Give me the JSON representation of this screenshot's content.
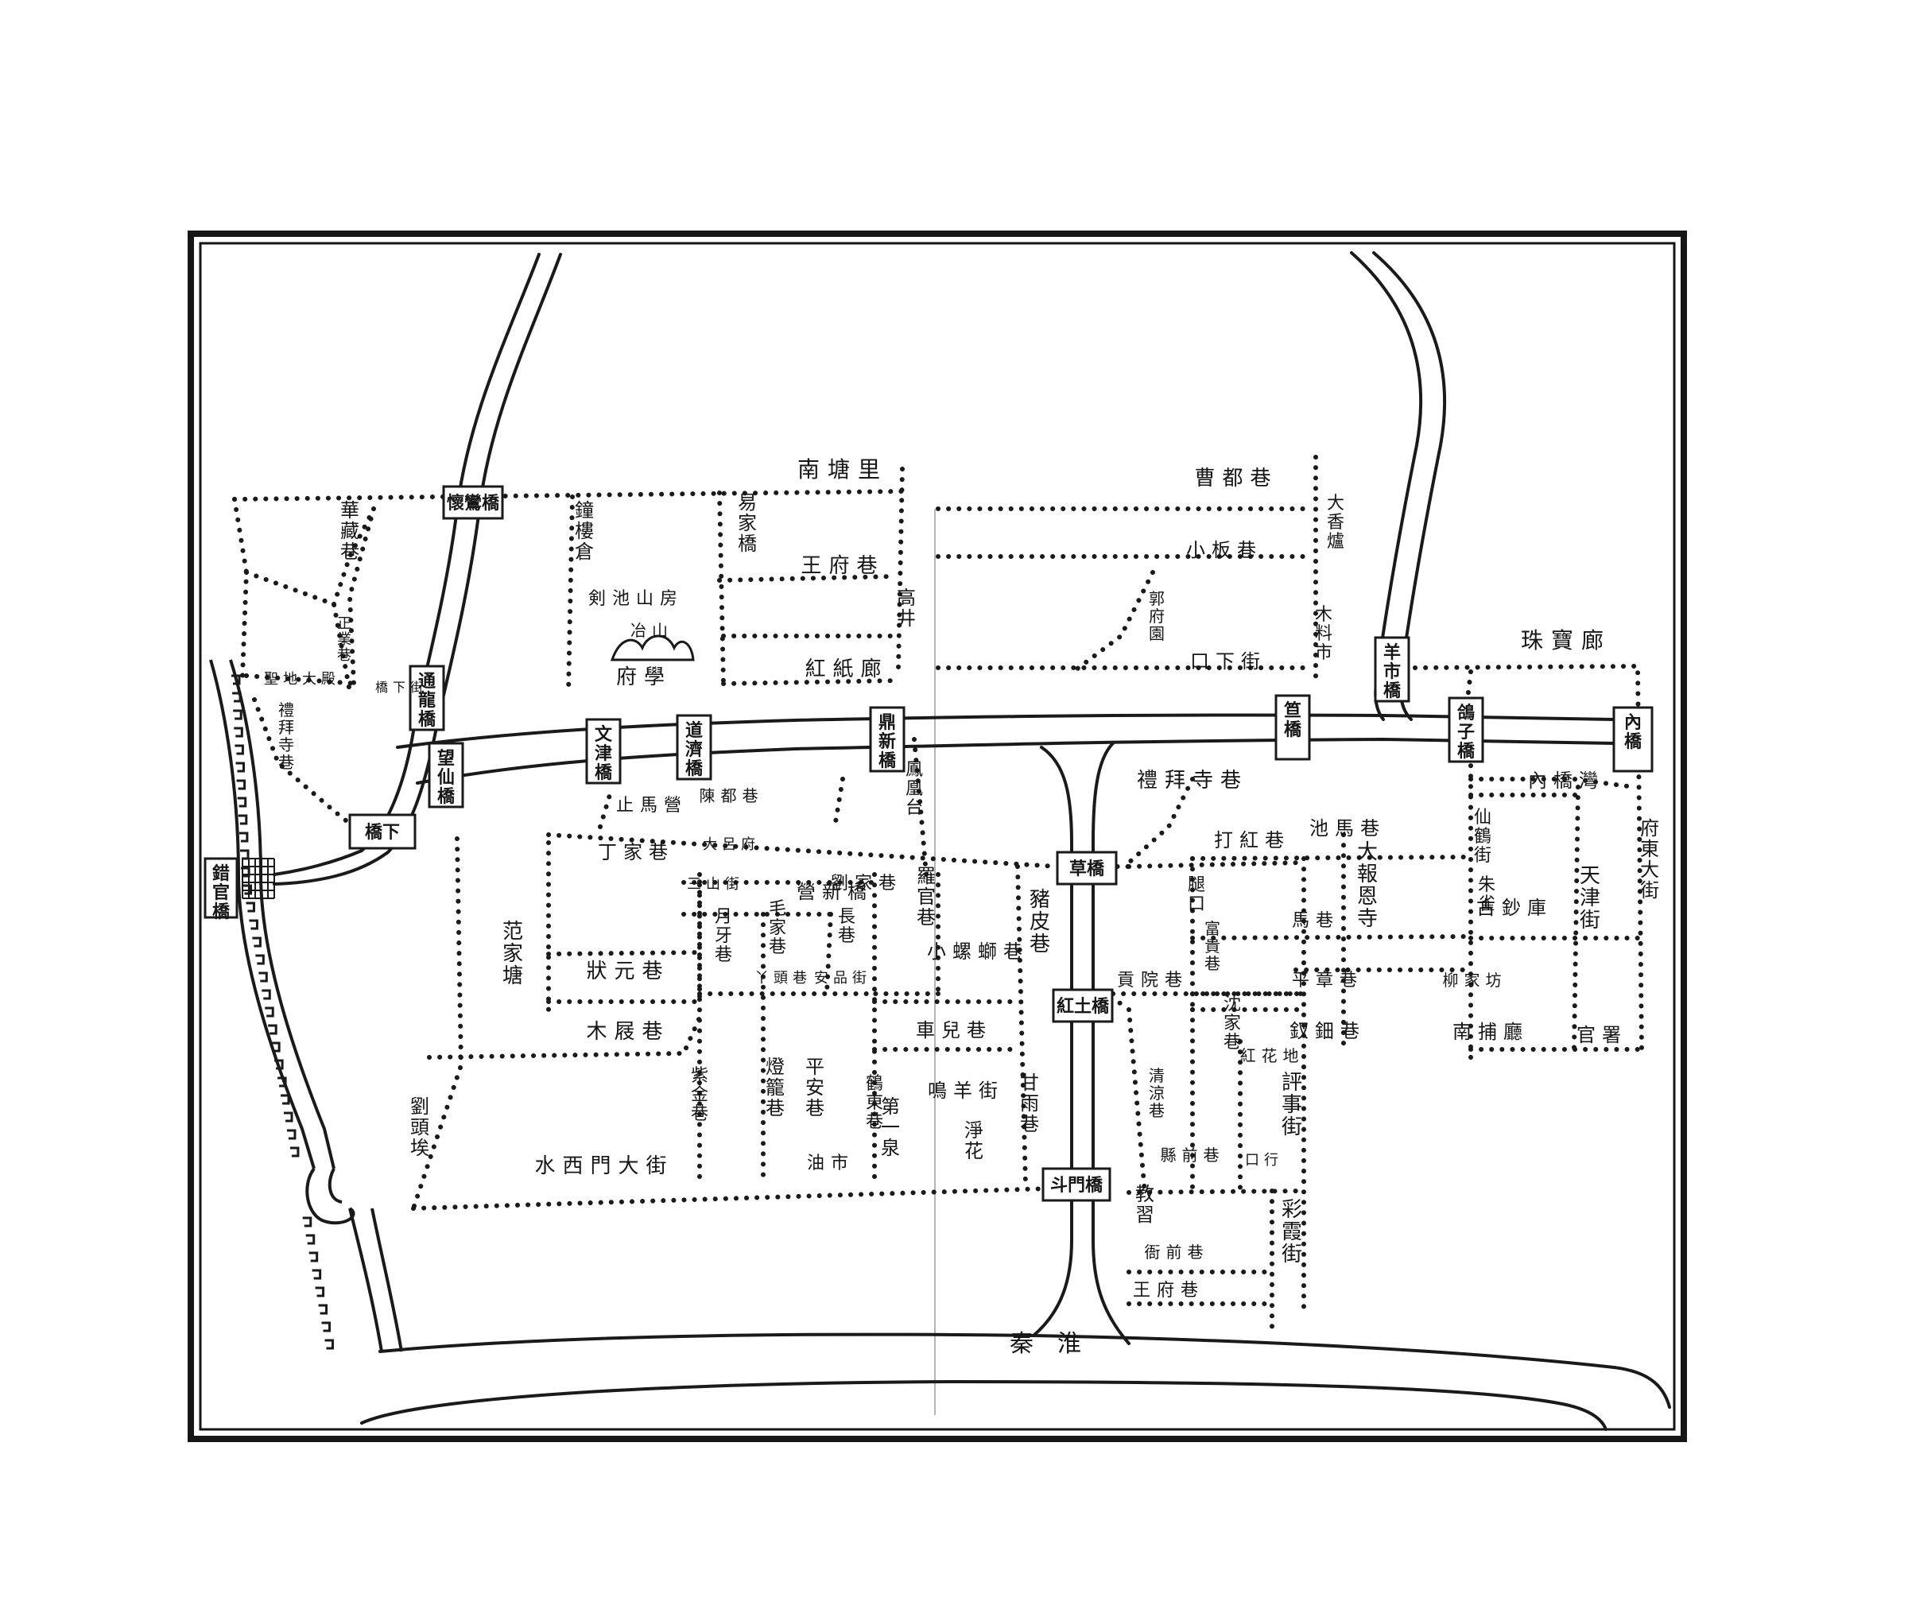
{
  "colors": {
    "ink": "#161616",
    "paper": "#ffffff"
  },
  "river": {
    "label": "秦淮"
  },
  "bridges": [
    {
      "id": "huanluan",
      "label": "懷鸞橋"
    },
    {
      "id": "tonglong",
      "label": "通龍橋"
    },
    {
      "id": "wanxian",
      "label": "望仙橋"
    },
    {
      "id": "wenjin",
      "label": "文津橋"
    },
    {
      "id": "daoji",
      "label": "道濟橋"
    },
    {
      "id": "yingxin",
      "label": "鼎新橋"
    },
    {
      "id": "shangfu",
      "label": "笪橋"
    },
    {
      "id": "jiashi",
      "label": "羊市橋"
    },
    {
      "id": "gezi",
      "label": "鴿子橋"
    },
    {
      "id": "neiqiao",
      "label": "內橋"
    },
    {
      "id": "caoqiao",
      "label": "草橋"
    },
    {
      "id": "hongtu",
      "label": "紅土橋"
    },
    {
      "id": "doumen",
      "label": "斗門橋"
    },
    {
      "id": "qiaoxia",
      "label": "橋下"
    },
    {
      "id": "xiguan",
      "label": "錯官橋"
    }
  ],
  "streets": [
    {
      "id": "nantangli",
      "label": "南塘里"
    },
    {
      "id": "huazang",
      "label": "華藏巷"
    },
    {
      "id": "zhongcang",
      "label": "鐘樓倉"
    },
    {
      "id": "yixie",
      "label": "易家橋"
    },
    {
      "id": "wangfu",
      "label": "王府巷"
    },
    {
      "id": "fanshan",
      "label": "剣池山房"
    },
    {
      "id": "yeshan",
      "label": "冶山"
    },
    {
      "id": "fuxue",
      "label": "府學"
    },
    {
      "id": "gaojing",
      "label": "高井"
    },
    {
      "id": "hongzhi",
      "label": "紅紙廊"
    },
    {
      "id": "zhengye",
      "label": "正業巷"
    },
    {
      "id": "shengdi",
      "label": "聖地大殿"
    },
    {
      "id": "libai",
      "label": "禮拜寺巷"
    },
    {
      "id": "qiaoxia_s",
      "label": "橋下街"
    },
    {
      "id": "liuyan",
      "label": "曹都巷"
    },
    {
      "id": "xiaoxiang",
      "label": "小板巷"
    },
    {
      "id": "daxiang",
      "label": "大香爐"
    },
    {
      "id": "muliao",
      "label": "木料市"
    },
    {
      "id": "guozi",
      "label": "郭府園"
    },
    {
      "id": "kouxia",
      "label": "口下街"
    },
    {
      "id": "zhubao",
      "label": "珠寶廊"
    },
    {
      "id": "zhima",
      "label": "止馬營"
    },
    {
      "id": "jiaofu",
      "label": "陳都巷"
    },
    {
      "id": "dingjia",
      "label": "丁家巷"
    },
    {
      "id": "lufu",
      "label": "大呂府"
    },
    {
      "id": "yixiang",
      "label": "三山街"
    },
    {
      "id": "diaoyu",
      "label": "劉家巷"
    },
    {
      "id": "xinying",
      "label": "營新橋"
    },
    {
      "id": "guisan",
      "label": "鳳凰台"
    },
    {
      "id": "jiashang",
      "label": "羅官巷"
    },
    {
      "id": "hupi",
      "label": "豬皮巷"
    },
    {
      "id": "yuanjia",
      "label": "范家塘"
    },
    {
      "id": "zhuangyuan",
      "label": "狀元巷"
    },
    {
      "id": "yueya",
      "label": "月牙巷"
    },
    {
      "id": "maojia",
      "label": "毛家巷"
    },
    {
      "id": "changxiang",
      "label": "長巷"
    },
    {
      "id": "xiaoluo",
      "label": "小螺螄巷"
    },
    {
      "id": "anpin",
      "label": "安品街"
    },
    {
      "id": "yaxiang",
      "label": "丫頭巷"
    },
    {
      "id": "mushui",
      "label": "木屐巷"
    },
    {
      "id": "cheerxiang",
      "label": "車兒巷"
    },
    {
      "id": "xiangshi",
      "label": "鳴羊街"
    },
    {
      "id": "jiangdeng",
      "label": "燈籠巷"
    },
    {
      "id": "pingan",
      "label": "平安巷"
    },
    {
      "id": "youshi",
      "label": "油市"
    },
    {
      "id": "ximen",
      "label": "水西門大街"
    },
    {
      "id": "liutou",
      "label": "劉頭埃"
    },
    {
      "id": "zijing",
      "label": "紫金巷"
    },
    {
      "id": "shiji",
      "label": "第一泉"
    },
    {
      "id": "ganyu",
      "label": "甘雨巷"
    },
    {
      "id": "xingjing",
      "label": "鶴東巷"
    },
    {
      "id": "chihuo",
      "label": "淨花"
    },
    {
      "id": "libaisi",
      "label": "禮拜寺巷"
    },
    {
      "id": "dahong",
      "label": "打紅巷"
    },
    {
      "id": "chima",
      "label": "池馬巷"
    },
    {
      "id": "tuikou",
      "label": "腿口"
    },
    {
      "id": "baoqian",
      "label": "大報恩寺"
    },
    {
      "id": "gujia",
      "label": "古鈔庫"
    },
    {
      "id": "tianjin",
      "label": "天津街"
    },
    {
      "id": "fudong",
      "label": "府東大街"
    },
    {
      "id": "qiexiang",
      "label": "內橋灣"
    },
    {
      "id": "fuguan",
      "label": "富貴巷"
    },
    {
      "id": "maju",
      "label": "馬巷"
    },
    {
      "id": "gongyuan",
      "label": "貢院巷"
    },
    {
      "id": "pingzhang",
      "label": "平章巷"
    },
    {
      "id": "fuzhuang",
      "label": "釵鈿巷"
    },
    {
      "id": "tonghe",
      "label": "沈家巷"
    },
    {
      "id": "jiguan",
      "label": "紅花地"
    },
    {
      "id": "zhuyu",
      "label": "朱雀"
    },
    {
      "id": "guanshu",
      "label": "官署"
    },
    {
      "id": "nanbu",
      "label": "南捕廳"
    },
    {
      "id": "liufang",
      "label": "柳家坊"
    },
    {
      "id": "xianxiang",
      "label": "仙鶴街"
    },
    {
      "id": "huayuan",
      "label": "評事街"
    },
    {
      "id": "qingshui",
      "label": "清涼巷"
    },
    {
      "id": "xiaoqian",
      "label": "口行"
    },
    {
      "id": "jiaoshi",
      "label": "教習"
    },
    {
      "id": "yanjing",
      "label": "縣前巷"
    },
    {
      "id": "xiangwai",
      "label": "彩霞街"
    },
    {
      "id": "wangxiang",
      "label": "王府巷"
    },
    {
      "id": "dongjie",
      "label": "衙前巷"
    }
  ]
}
